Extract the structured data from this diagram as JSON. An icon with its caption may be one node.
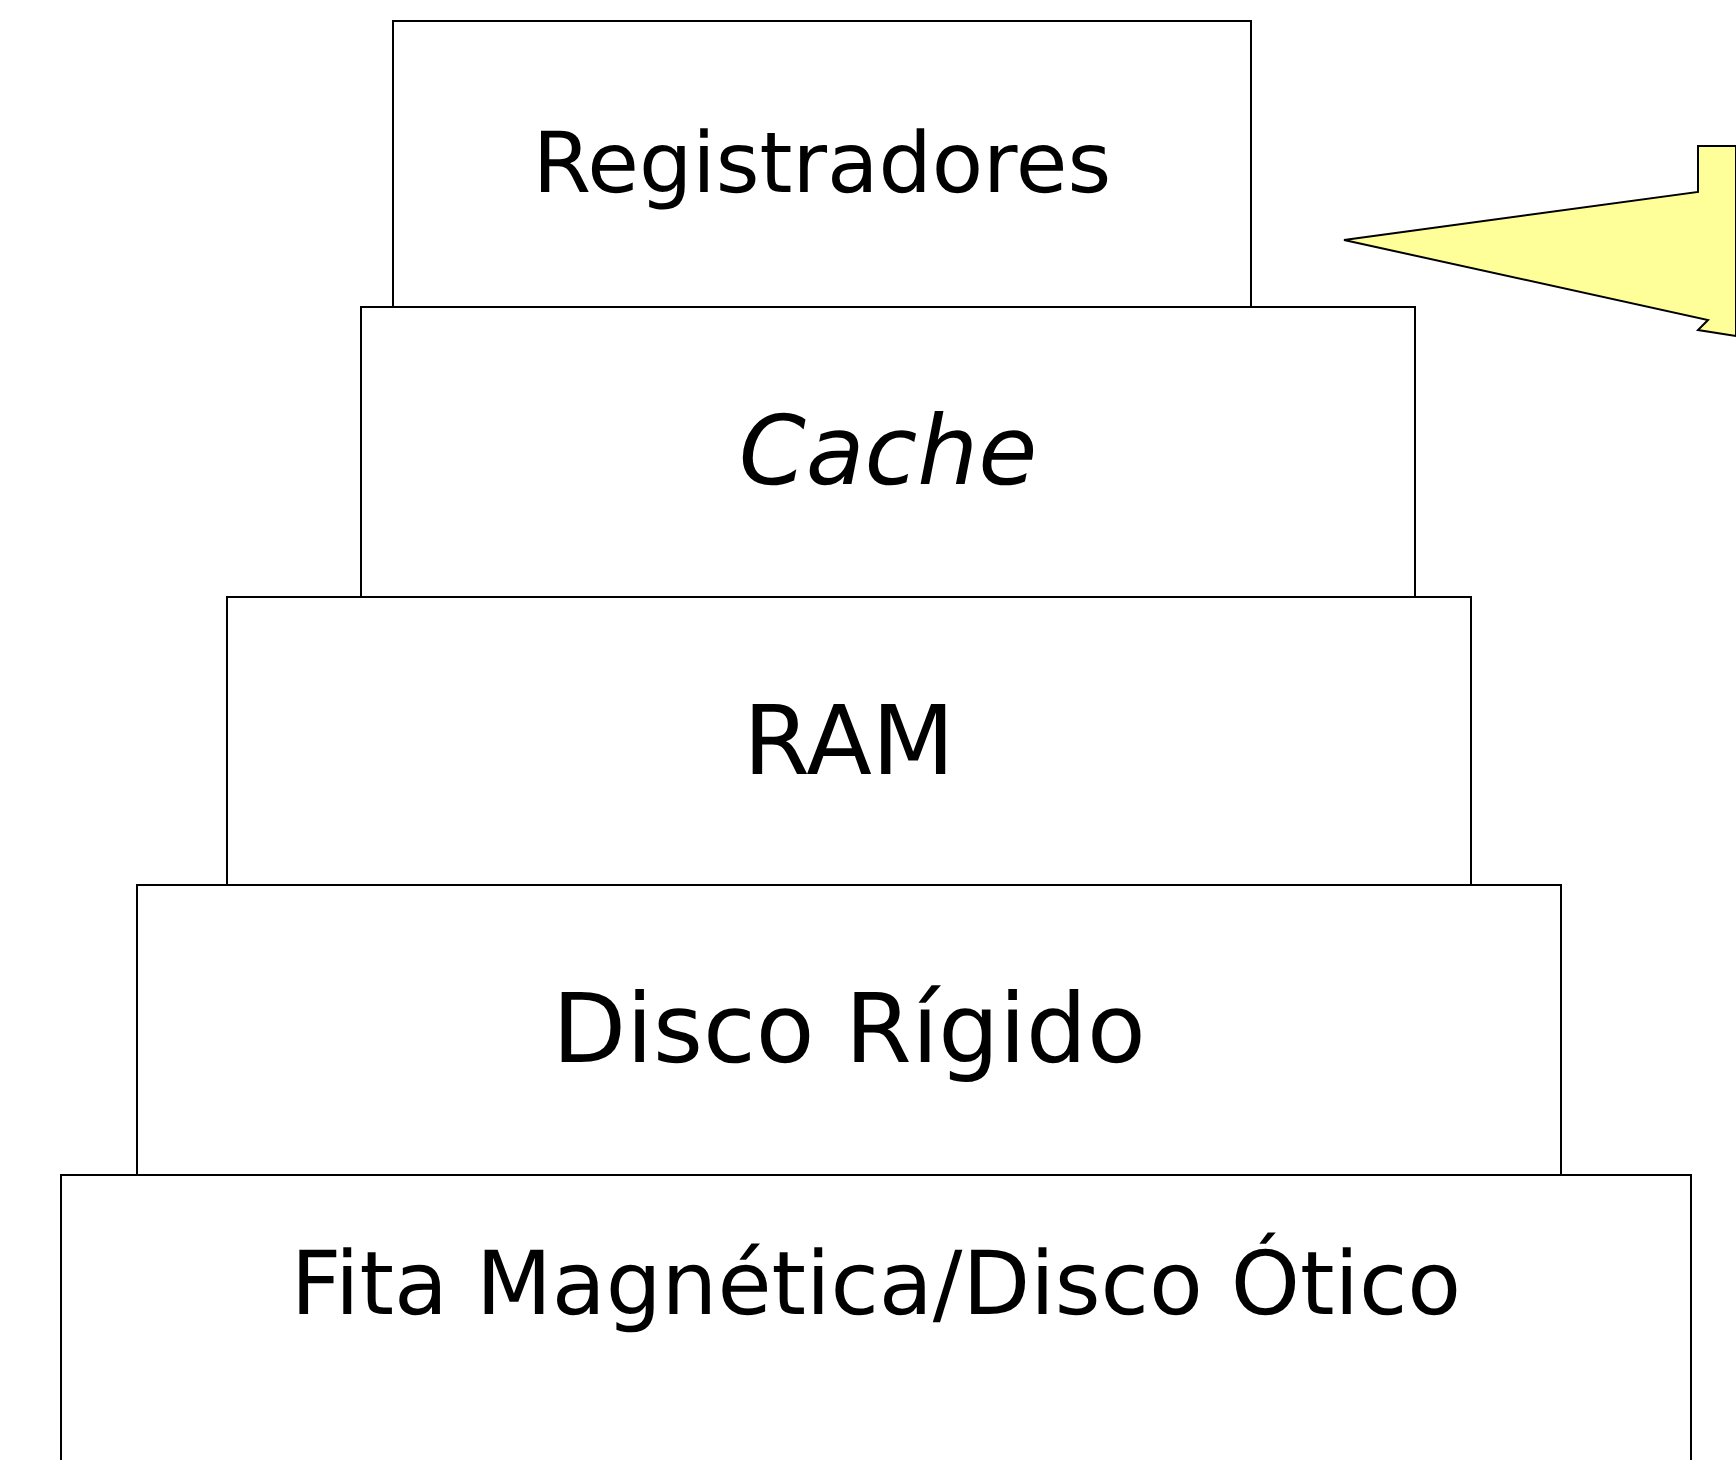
{
  "diagram": {
    "nodes": [
      {
        "text": [
          "Registradores"
        ]
      },
      {
        "text": [
          "Cache"
        ]
      },
      {
        "text": [
          "RAM"
        ]
      },
      {
        "text": [
          "Disco Rígido"
        ]
      },
      {
        "text": [
          "Fita Magnética/Disco Ótico"
        ]
      },
      {
        "text": [],
        "shape": "callout"
      }
    ]
  }
}
